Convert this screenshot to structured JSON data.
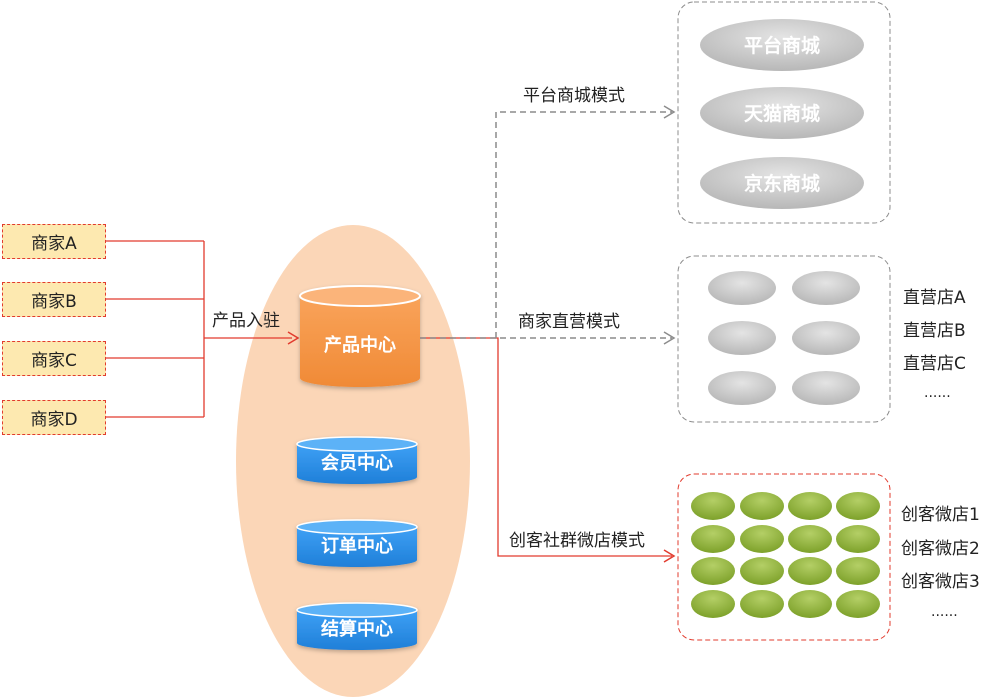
{
  "merchants": [
    "商家A",
    "商家B",
    "商家C",
    "商家D"
  ],
  "entry_label": "产品入驻",
  "centers": {
    "product": "产品中心",
    "member": "会员中心",
    "order": "订单中心",
    "settlement": "结算中心"
  },
  "modes": {
    "platform": "平台商城模式",
    "direct": "商家直营模式",
    "maker": "创客社群微店模式"
  },
  "platform_malls": [
    "平台商城",
    "天猫商城",
    "京东商城"
  ],
  "direct_stores": [
    "直营店A",
    "直营店B",
    "直营店C",
    "......"
  ],
  "maker_stores": [
    "创客微店1",
    "创客微店2",
    "创客微店3",
    "......"
  ],
  "colors": {
    "red_line": "#e23b2e",
    "gray_line": "#8c8c8c",
    "peach": "#fbd6b7",
    "orange": "#f79646",
    "blue": "#2f8ee8",
    "green": "#8db23a",
    "gray_pill": "#c4c4c4"
  }
}
